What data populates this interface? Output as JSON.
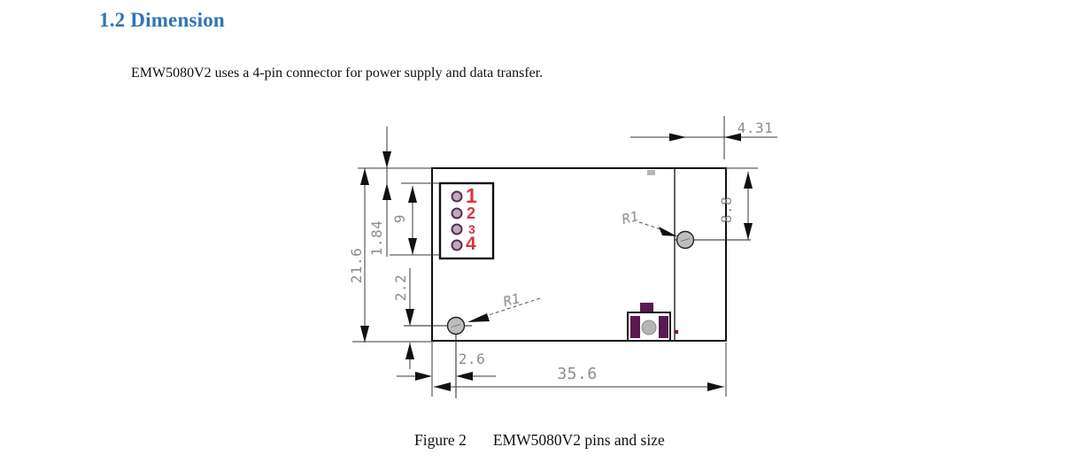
{
  "page": {
    "heading": "1.2 Dimension",
    "body": "EMW5080V2 uses a 4-pin connector for power supply and data transfer.",
    "caption_label": "Figure 2",
    "caption_text": "EMW5080V2 pins and size"
  },
  "figure": {
    "pins": [
      "1",
      "2",
      "3",
      "4"
    ],
    "ref_labels": {
      "top_right": "R1",
      "bottom_left": "R1"
    },
    "dimensions": {
      "top_right_offset": "4.31",
      "right_height": "8.8",
      "board_height": "21.6",
      "header_top_offset": "1.84",
      "header_length": "9",
      "pad_vertical_offset": "2.2",
      "pad_horizontal_offset": "2.6",
      "board_width": "35.6"
    },
    "colors": {
      "heading_blue": "#2e74b5",
      "pin_number_red": "#d63641",
      "pin_ring_purple": "#5e2b54",
      "component_purple": "#5a1950",
      "dimension_gray": "#8d8d8d",
      "via_gray": "#bdbdbd"
    }
  }
}
